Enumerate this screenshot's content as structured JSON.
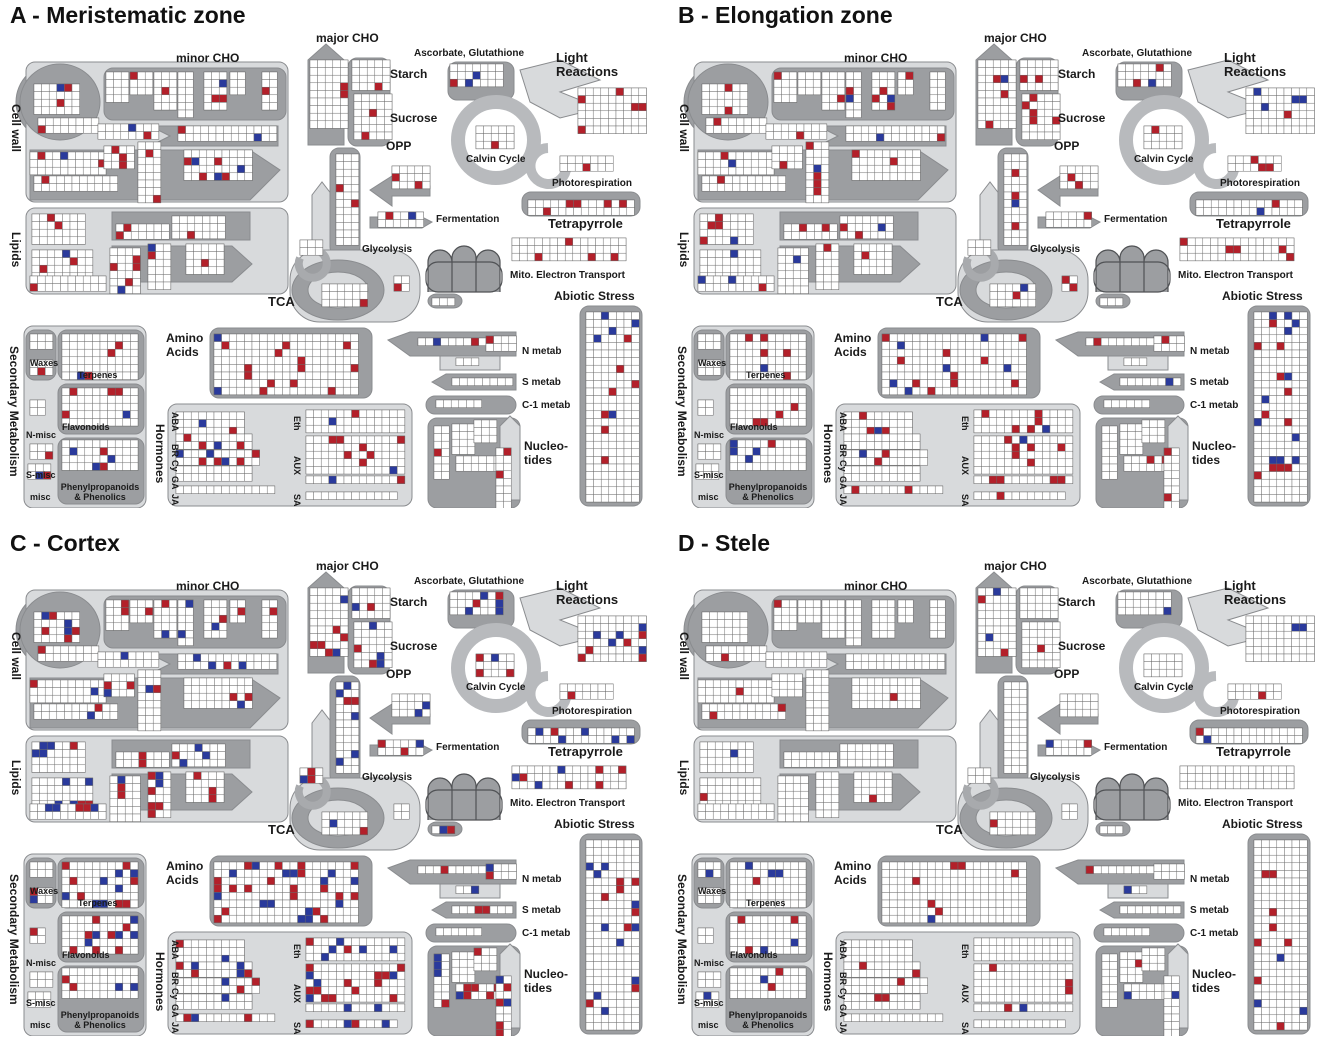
{
  "colors": {
    "up": "#b3202a",
    "down": "#2a3a9c",
    "region_dark": "#9c9ea1",
    "region_light": "#d8dadc",
    "cell_border": "#6a6a6a"
  },
  "panels": [
    {
      "id": "A",
      "title": "A - Meristematic zone",
      "density": 0.09,
      "down_ratio": 0.25
    },
    {
      "id": "B",
      "title": "B - Elongation zone",
      "density": 0.1,
      "down_ratio": 0.3
    },
    {
      "id": "C",
      "title": "C - Cortex",
      "density": 0.17,
      "down_ratio": 0.45
    },
    {
      "id": "D",
      "title": "D - Stele",
      "density": 0.04,
      "down_ratio": 0.35
    }
  ],
  "labels": {
    "minor_cho": "minor CHO",
    "major_cho": "major CHO",
    "starch": "Starch",
    "sucrose": "Sucrose",
    "ascorbate": "Ascorbate, Glutathione",
    "light": "Light",
    "reactions": "Reactions",
    "calvin": "Calvin Cycle",
    "photoresp": "Photorespiration",
    "opp": "OPP",
    "fermentation": "Fermentation",
    "tetrapyrrole": "Tetrapyrrole",
    "glycolysis": "Glycolysis",
    "mito": "Mito. Electron Transport",
    "tca": "TCA",
    "abiotic": "Abiotic Stress",
    "cell_wall": "Cell wall",
    "lipids": "Lipids",
    "secondary": "Secondary Metabolism",
    "waxes": "Waxes",
    "terpenes": "Terpenes",
    "flavonoids": "Flavonoids",
    "nmisc": "N-misc",
    "smisc": "S-misc",
    "misc": "misc",
    "phenyl1": "Phenylpropanoids",
    "phenyl2": "& Phenolics",
    "amino1": "Amino",
    "amino2": "Acids",
    "hormones": "Hormones",
    "aba": "ABA",
    "br": "BR",
    "cy": "Cy",
    "ga": "GA",
    "ja": "JA",
    "eth": "Eth",
    "aux": "AUX",
    "sa": "SA",
    "n_metab": "N metab",
    "s_metab": "S metab",
    "c1_metab": "C-1 metab",
    "nucleo1": "Nucleo-",
    "nucleo2": "tides"
  }
}
